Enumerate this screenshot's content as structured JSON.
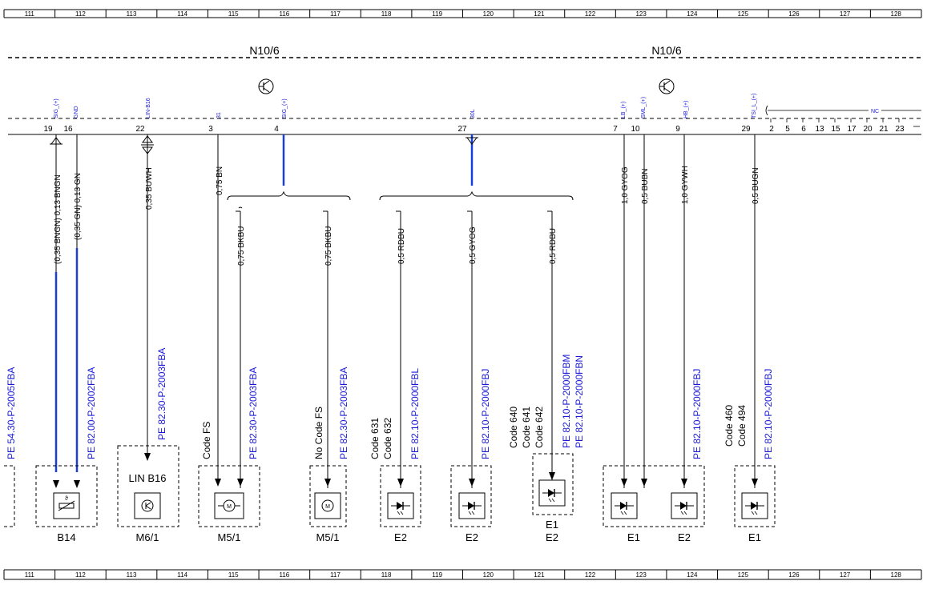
{
  "ruler": [
    "111",
    "112",
    "113",
    "114",
    "115",
    "116",
    "117",
    "118",
    "119",
    "120",
    "121",
    "122",
    "123",
    "124",
    "125",
    "126",
    "127",
    "128"
  ],
  "connectors": [
    "N10/6",
    "N10/6"
  ],
  "nc_label": "NC",
  "pins": [
    {
      "num": "19",
      "signal": "SIG_(+)"
    },
    {
      "num": "16",
      "signal": "GND"
    },
    {
      "num": "22",
      "signal": "LIN-B16"
    },
    {
      "num": "3",
      "signal": "31"
    },
    {
      "num": "4",
      "signal": "SIG_(+)"
    },
    {
      "num": "27",
      "signal": "30L"
    },
    {
      "num": "7",
      "signal": "LB_(+)"
    },
    {
      "num": "10",
      "signal": "SML_(+)"
    },
    {
      "num": "9",
      "signal": "HB_(+)"
    },
    {
      "num": "29",
      "signal": "TSI_L_(+)"
    }
  ],
  "nc_pins": [
    "2",
    "5",
    "6",
    "13",
    "15",
    "17",
    "20",
    "21",
    "23"
  ],
  "wires": [
    "(0,35 BNGN) 0,13 BNGN",
    "(0,35 GN) 0,13 GN",
    "0,35 BUWH",
    "0,75 BN",
    "0,75 BKBU",
    "0,75 BKBU",
    "0,5 RDBU",
    "0,5 GYOG",
    "0,5 RDBU",
    "1,0 GYOG",
    "0,5 BUBN",
    "1,0 GYWH",
    "0,5 BUGN"
  ],
  "refs": [
    "PE 54.30-P-2005FBA",
    "PE 82.00-P-2002FBA",
    "PE 82.30-P-2003FBA",
    "PE 82.30-P-2003FBA",
    "PE 82.30-P-2003FBA",
    "PE 82.10-P-2000FBL",
    "PE 82.10-P-2000FBJ",
    "PE 82.10-P-2000FBM",
    "PE 82.10-P-2000FBN",
    "PE 82.10-P-2000FBJ",
    "PE 82.10-P-2000FBJ"
  ],
  "codes": {
    "code_fs": "Code FS",
    "no_code_fs": "No Code FS",
    "code_631": "Code 631",
    "code_632": "Code 632",
    "code_640": "Code 640",
    "code_641": "Code 641",
    "code_642": "Code 642",
    "code_460": "Code 460",
    "code_494": "Code 494"
  },
  "lin_label": "LIN B16",
  "components": [
    "B14",
    "M6/1",
    "M5/1",
    "M5/1",
    "E2",
    "E2",
    "E1",
    "E2",
    "E1",
    "E2",
    "E1"
  ],
  "colors": {
    "wire_blue": "#1a3fd6",
    "label_blue": "#1a1ad6",
    "line": "#000000"
  }
}
